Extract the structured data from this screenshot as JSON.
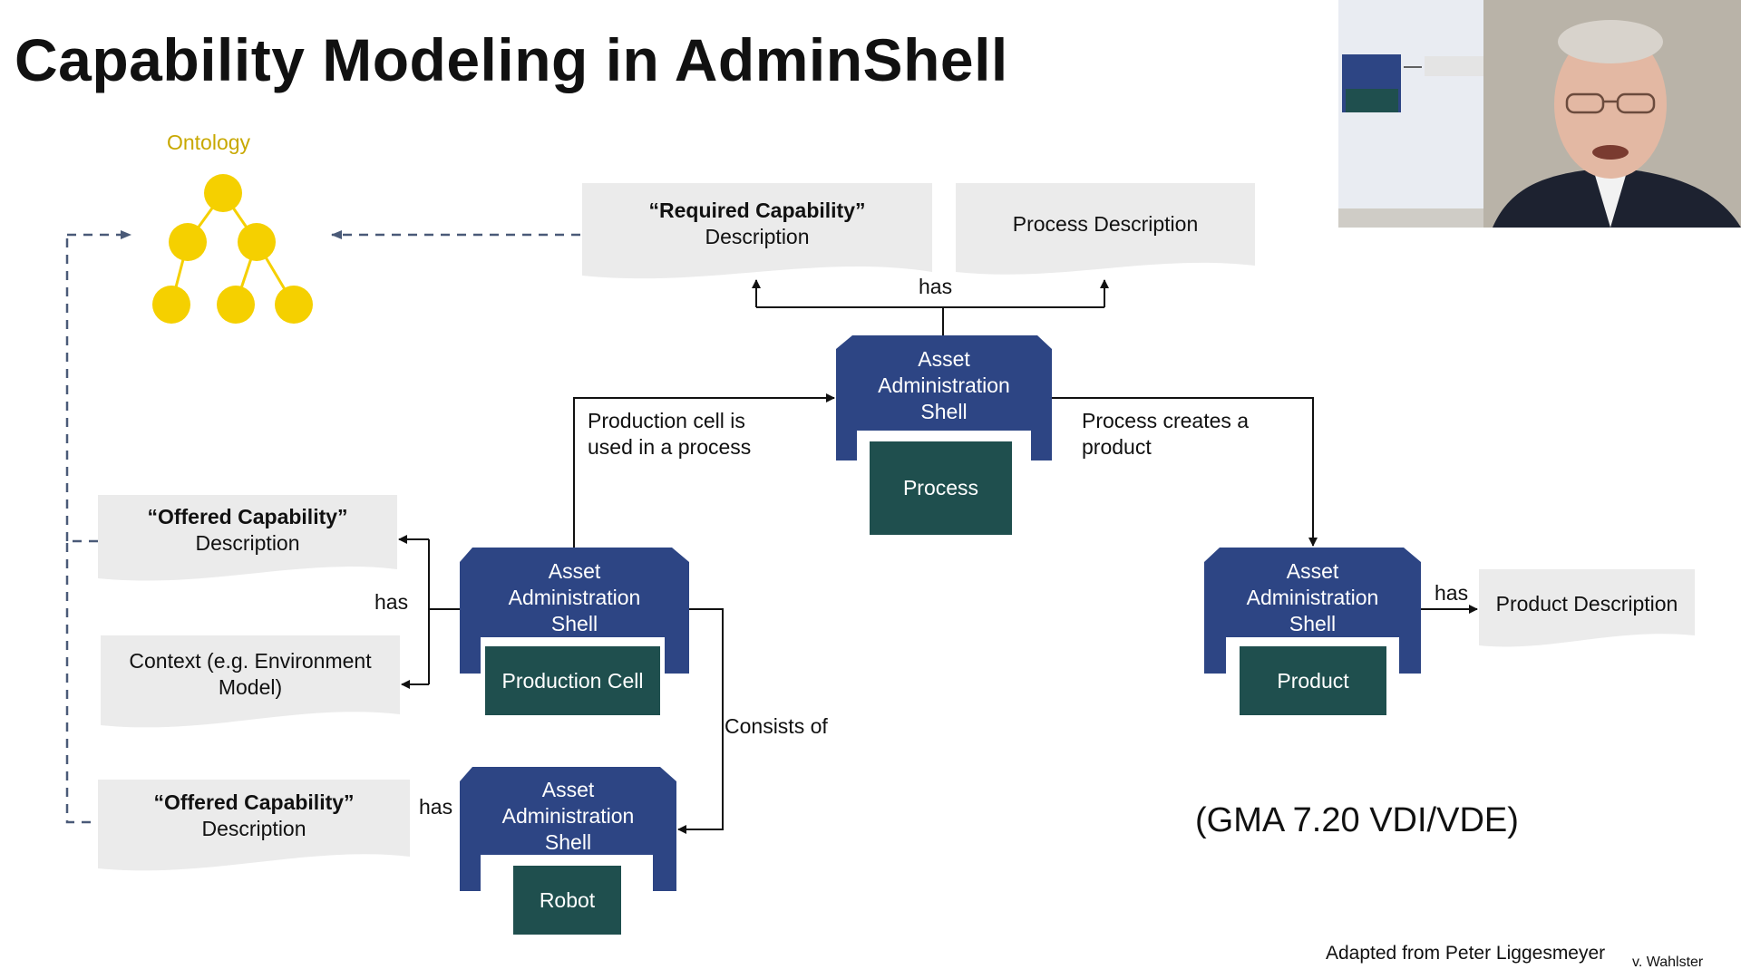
{
  "title": "Capability Modeling in AdminShell",
  "ontology_label": "Ontology",
  "docs": {
    "required_capability": {
      "bold": "“Required Capability”",
      "text": "Description"
    },
    "process_description": {
      "text": "Process Description"
    },
    "offered_capability_cell": {
      "bold": "“Offered Capability”",
      "text": "Description"
    },
    "context": {
      "text": "Context (e.g. Environment Model)"
    },
    "offered_capability_robot": {
      "bold": "“Offered Capability”",
      "text": "Description"
    },
    "product_description": {
      "text": "Product Description"
    }
  },
  "aas_label_lines": [
    "Asset",
    "Administration",
    "Shell"
  ],
  "assets": {
    "process": "Process",
    "production_cell": "Production Cell",
    "robot": "Robot",
    "product": "Product"
  },
  "relations": {
    "has_top": "has",
    "cell_used_line1": "Production cell is",
    "cell_used_line2": "used in a process",
    "process_creates_line1": "Process creates a",
    "process_creates_line2": "product",
    "has_cell": "has",
    "consists_of": "Consists of",
    "has_robot": "has",
    "has_product": "has"
  },
  "gma_label": "(GMA 7.20 VDI/VDE)",
  "credit": "Adapted from Peter Liggesmeyer",
  "author_partial": "v. Wahlster",
  "colors": {
    "aas_blue": "#2d4584",
    "asset_green": "#1f4f4e",
    "doc_gray": "#ebebeb",
    "ontology_yellow": "#f5d000",
    "dashed": "#4a5a78"
  }
}
